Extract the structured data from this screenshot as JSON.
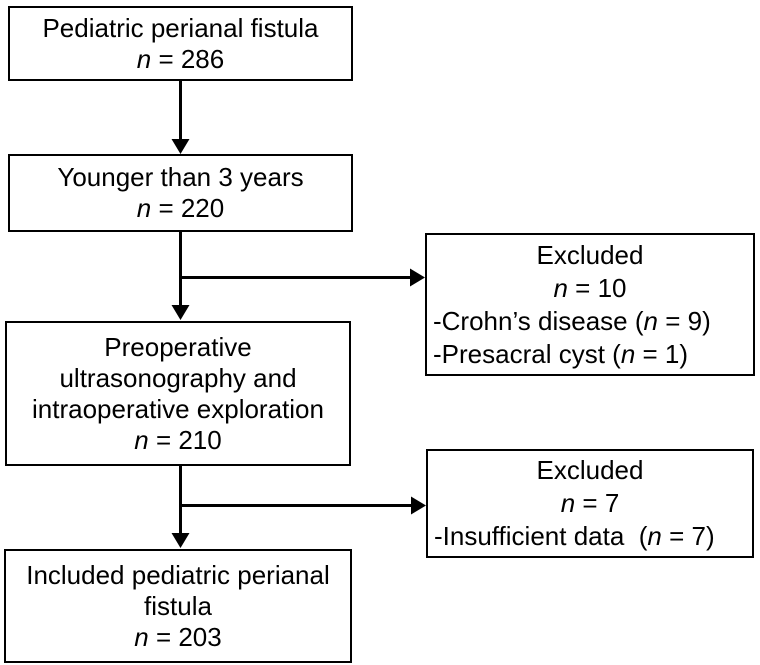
{
  "diagram": {
    "background_color": "#ffffff",
    "border_color": "#000000",
    "text_color": "#000000",
    "boxes": {
      "total": {
        "line1": "Pediatric perianal fistula",
        "n_label": "n",
        "n_rest": " = 286"
      },
      "younger": {
        "line1": "Younger than 3 years",
        "n_label": "n",
        "n_rest": " = 220"
      },
      "excluded1": {
        "title": "Excluded",
        "n_label": "n",
        "n_rest": " = 10",
        "items": [
          {
            "prefix": "-Crohn’s disease (",
            "n": "n",
            "suffix": " = 9)"
          },
          {
            "prefix": "-Presacral cyst (",
            "n": "n",
            "suffix": " = 1)"
          }
        ]
      },
      "preop": {
        "line1": "Preoperative",
        "line2": "ultrasonography and",
        "line3": "intraoperative exploration",
        "n_label": "n",
        "n_rest": " = 210"
      },
      "excluded2": {
        "title": "Excluded",
        "n_label": "n",
        "n_rest": " = 7",
        "items": [
          {
            "prefix": "-Insufficient data  (",
            "n": "n",
            "suffix": " = 7)"
          }
        ]
      },
      "included": {
        "line1": "Included pediatric perianal",
        "line2": "fistula",
        "n_label": "n",
        "n_rest": " = 203"
      }
    }
  }
}
